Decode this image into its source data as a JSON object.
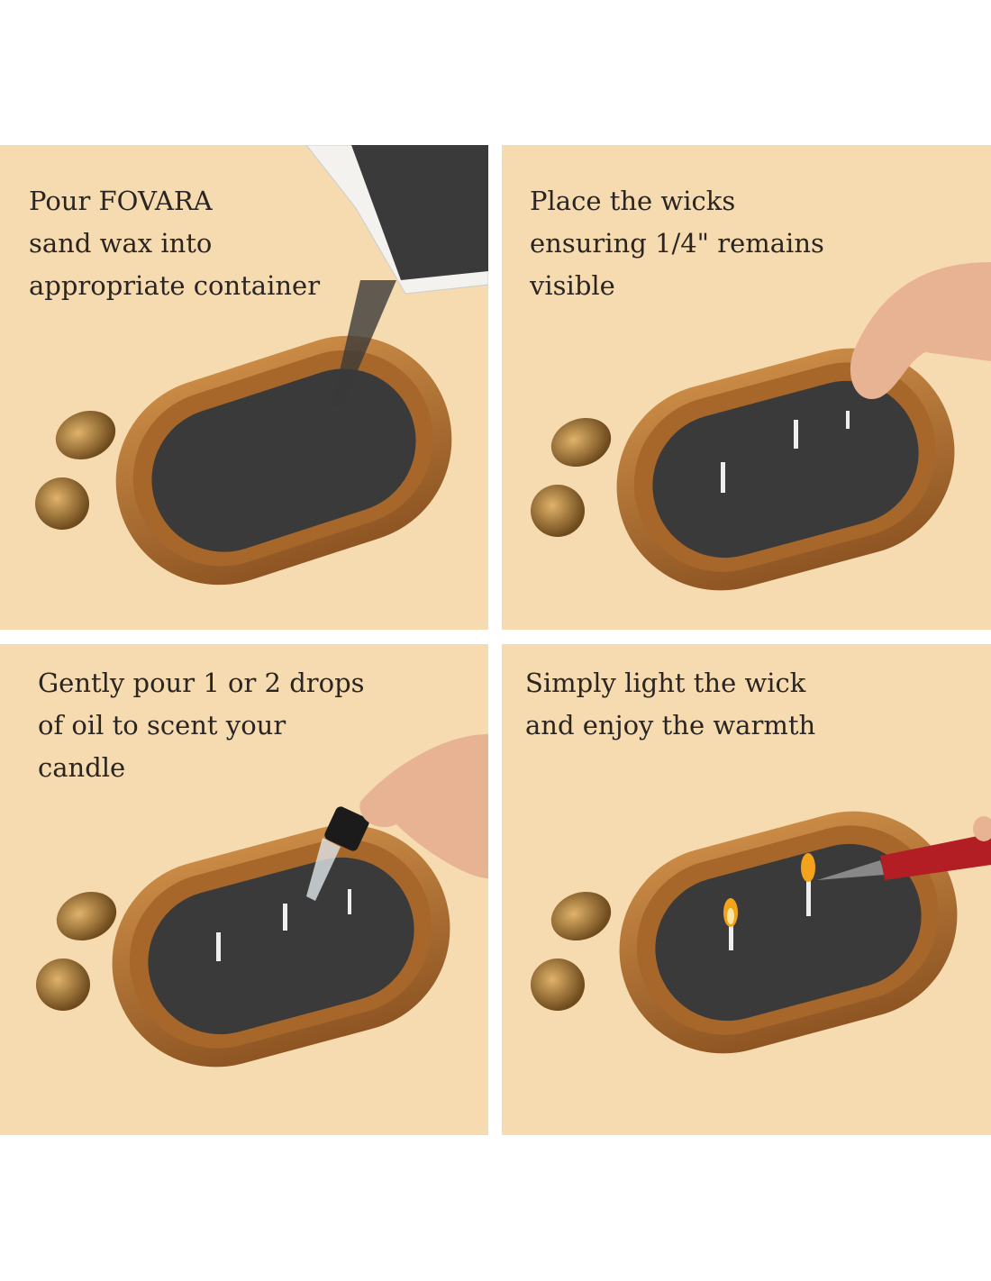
{
  "steps": [
    {
      "lines": [
        "Pour FOVARA",
        "sand wax into",
        "appropriate container"
      ]
    },
    {
      "lines": [
        "Place the wicks",
        "ensuring 1/4\" remains",
        "visible"
      ]
    },
    {
      "lines": [
        "Gently pour 1 or 2 drops",
        "of oil to scent your",
        "candle"
      ]
    },
    {
      "lines": [
        "Simply light the wick",
        "and enjoy the warmth"
      ]
    }
  ],
  "colors": {
    "background": "#f6dbb0",
    "wood": "#b8742f",
    "sand": "#3b3a3a",
    "text": "#2b2522"
  }
}
